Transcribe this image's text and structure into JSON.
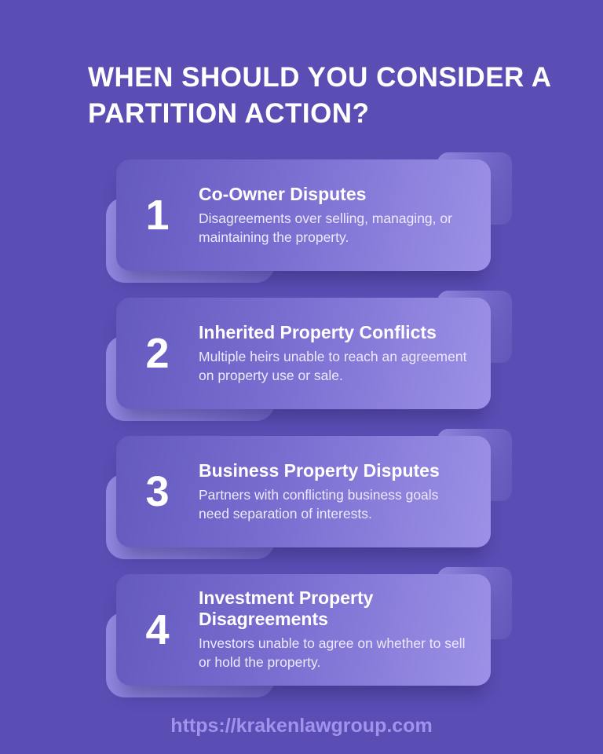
{
  "header": {
    "title": "WHEN SHOULD YOU CONSIDER A PARTITION ACTION?"
  },
  "cards": [
    {
      "number": "1",
      "title": "Co-Owner Disputes",
      "description": "Disagreements over selling, managing, or maintaining the property."
    },
    {
      "number": "2",
      "title": "Inherited Property Conflicts",
      "description": "Multiple heirs unable to reach an agreement on property use or sale."
    },
    {
      "number": "3",
      "title": "Business Property Disputes",
      "description": "Partners with conflicting business goals need separation of interests."
    },
    {
      "number": "4",
      "title": "Investment Property Disagreements",
      "description": "Investors unable to agree on whether to sell or hold the property."
    }
  ],
  "footer": {
    "url": "https://krakenlawgroup.com"
  },
  "colors": {
    "background": "#5a4db4",
    "card_gradient_start": "#6459bd",
    "card_gradient_end": "#9c91e6",
    "tab_accent": "#7367c8",
    "frame_accent": "#8277d5",
    "text_primary": "#ffffff",
    "text_body": "#eceafb",
    "footer_link": "#a193ec"
  }
}
